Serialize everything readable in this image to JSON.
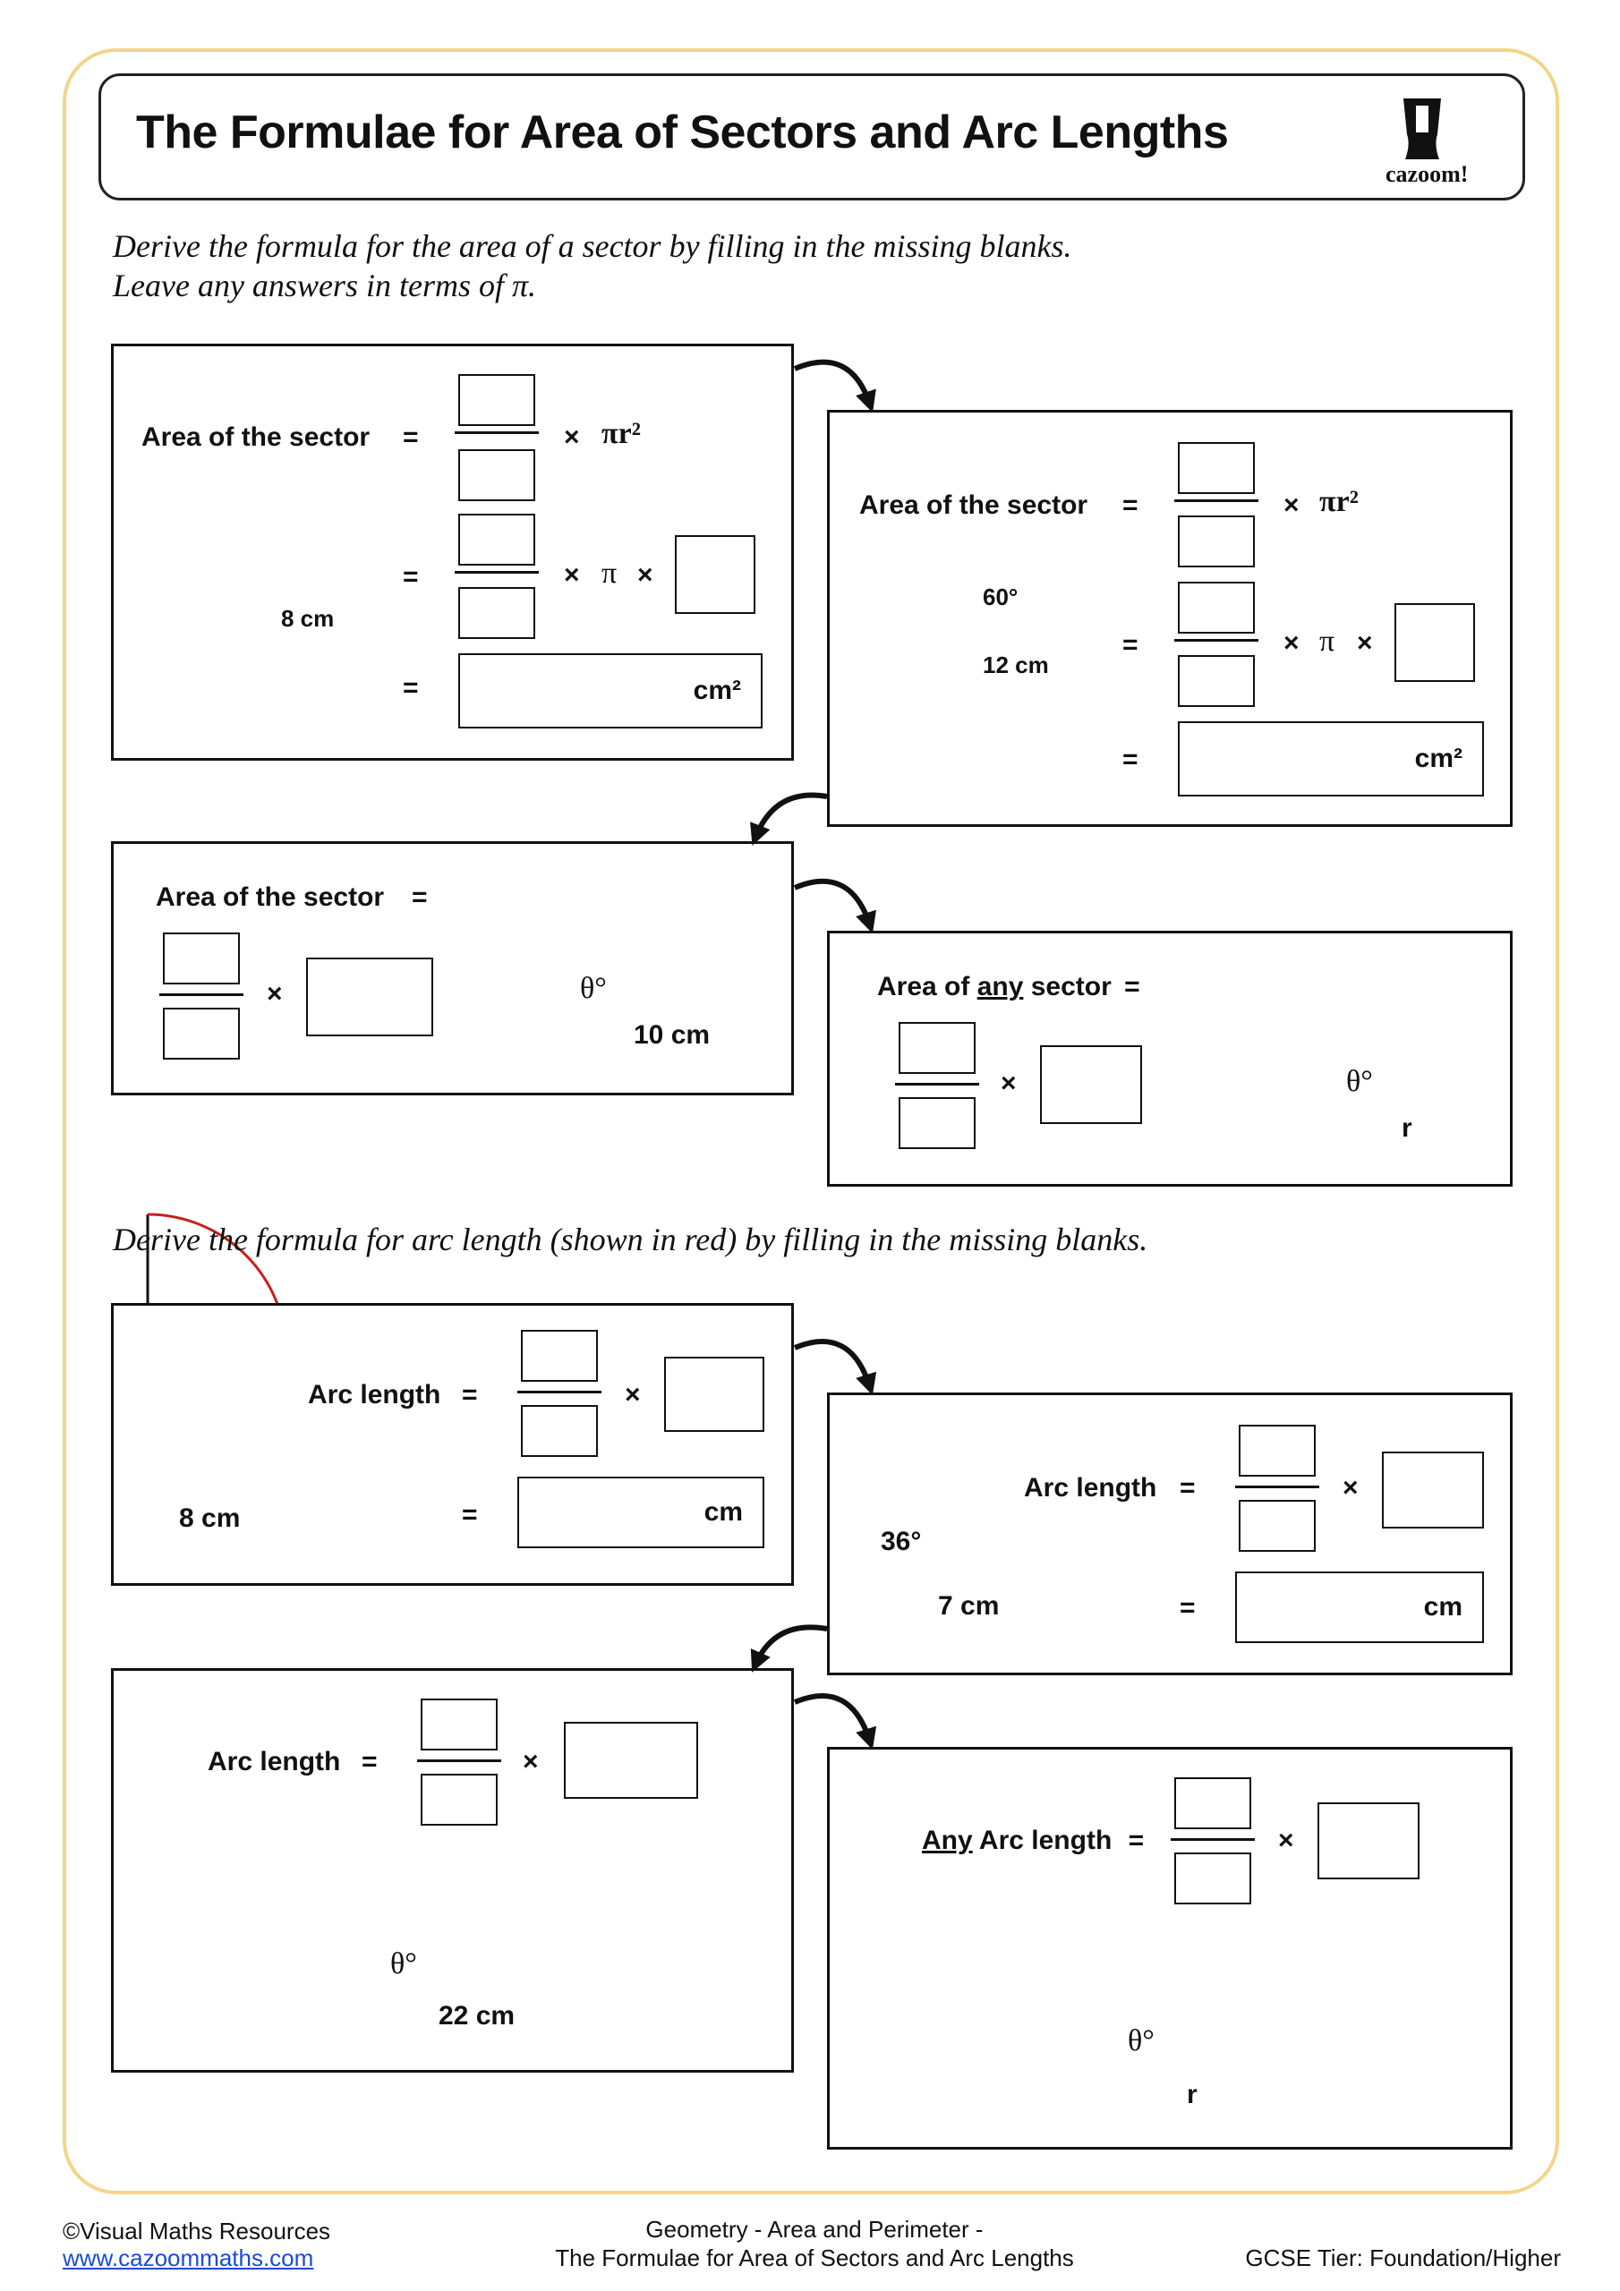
{
  "title": "The Formulae for Area of Sectors and Arc Lengths",
  "logo": {
    "text": "cazoom!",
    "icon": "cazoom-logo-icon"
  },
  "instructions": {
    "area_line1": "Derive the formula for the area of a sector by filling in the missing blanks.",
    "area_line2": "Leave any answers in terms of π.",
    "arc": "Derive the formula for arc length (shown in red) by filling in the missing blanks."
  },
  "labels": {
    "area_sector": "Area of the sector",
    "area_of": "Area of",
    "any": "any",
    "sector": "sector",
    "arc_length": "Arc length",
    "any_cap": "Any",
    "arc_length_lc": "Arc length",
    "equals": "=",
    "times": "×",
    "pi": "π",
    "pi_r2": "πr²"
  },
  "units": {
    "area": "cm²",
    "length": "cm"
  },
  "diagrams": {
    "p1_radius": "8 cm",
    "p2_angle": "60°",
    "p2_radius": "12 cm",
    "p3_angle": "θ°",
    "p3_radius": "10 cm",
    "p4_angle": "θ°",
    "p4_radius": "r",
    "p5_radius": "8 cm",
    "p6_angle": "36°",
    "p6_radius": "7 cm",
    "p7_angle": "θ°",
    "p7_radius": "22 cm",
    "p8_angle": "θ°",
    "p8_radius": "r"
  },
  "colors": {
    "arc_red": "#c8201e",
    "frame": "#f3d58a",
    "link": "#1a4bd6"
  },
  "footer": {
    "copyright": "©Visual Maths Resources",
    "website": "www.cazoommaths.com",
    "topic_line1": "Geometry - Area and Perimeter -",
    "topic_line2": "The Formulae for Area of Sectors and Arc Lengths",
    "tier": "GCSE Tier: Foundation/Higher"
  }
}
